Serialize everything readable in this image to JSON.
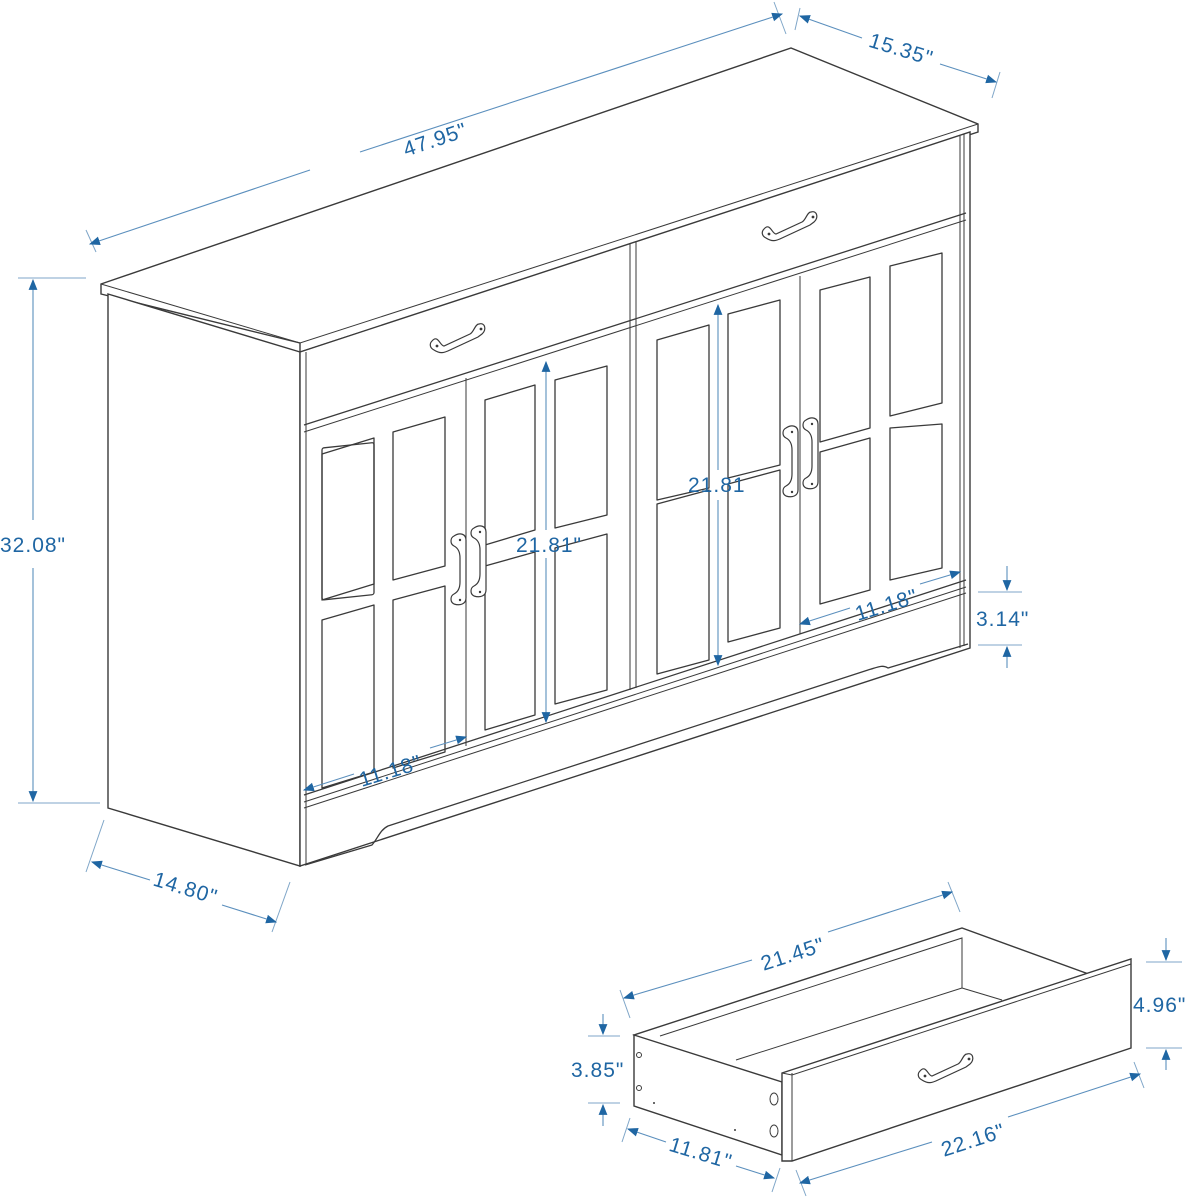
{
  "diagram": {
    "subject": "Sideboard cabinet with 2 drawers and 4 doors, plus detached drawer",
    "colors": {
      "line": "#3a3a3a",
      "dimension": "#1f66a3",
      "background": "#ffffff"
    },
    "cabinet": {
      "drawers": 2,
      "doors": 4,
      "panels_per_door": 4,
      "dimensions": {
        "width": "47.95\"",
        "depth_top": "15.35\"",
        "height": "32.08\"",
        "depth_side": "14.80\"",
        "door_height_left": "21.81\"",
        "door_height_right": "21.81",
        "door_width_left": "11.18\"",
        "door_width_right": "11.18\"",
        "base_height": "3.14\""
      }
    },
    "drawer": {
      "dimensions": {
        "inner_length": "21.45\"",
        "front_height": "4.96\"",
        "side_height": "3.85\"",
        "side_depth": "11.81\"",
        "front_width": "22.16\""
      }
    }
  }
}
